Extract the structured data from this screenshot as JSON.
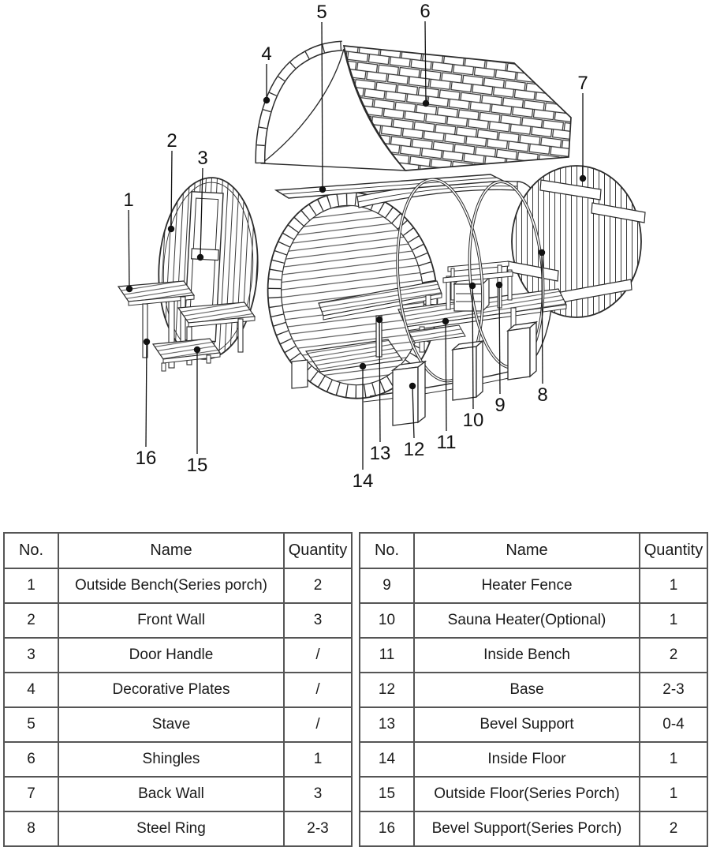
{
  "callouts": [
    "1",
    "2",
    "3",
    "4",
    "5",
    "6",
    "7",
    "8",
    "9",
    "10",
    "11",
    "12",
    "13",
    "14",
    "15",
    "16"
  ],
  "tables": [
    {
      "headers": [
        "No.",
        "Name",
        "Quantity"
      ],
      "rows": [
        [
          "1",
          "Outside Bench(Series porch)",
          "2"
        ],
        [
          "2",
          "Front Wall",
          "3"
        ],
        [
          "3",
          "Door Handle",
          "/"
        ],
        [
          "4",
          "Decorative Plates",
          "/"
        ],
        [
          "5",
          "Stave",
          "/"
        ],
        [
          "6",
          "Shingles",
          "1"
        ],
        [
          "7",
          "Back Wall",
          "3"
        ],
        [
          "8",
          "Steel Ring",
          "2-3"
        ]
      ]
    },
    {
      "headers": [
        "No.",
        "Name",
        "Quantity"
      ],
      "rows": [
        [
          "9",
          "Heater Fence",
          "1"
        ],
        [
          "10",
          "Sauna Heater(Optional)",
          "1"
        ],
        [
          "11",
          "Inside Bench",
          "2"
        ],
        [
          "12",
          "Base",
          "2-3"
        ],
        [
          "13",
          "Bevel Support",
          "0-4"
        ],
        [
          "14",
          "Inside Floor",
          "1"
        ],
        [
          "15",
          "Outside Floor(Series Porch)",
          "1"
        ],
        [
          "16",
          "Bevel Support(Series Porch)",
          "2"
        ]
      ]
    }
  ],
  "colors": {
    "line": "#2b2b2b",
    "table_border": "#555555",
    "text": "#1a1a1a",
    "background": "#ffffff"
  }
}
